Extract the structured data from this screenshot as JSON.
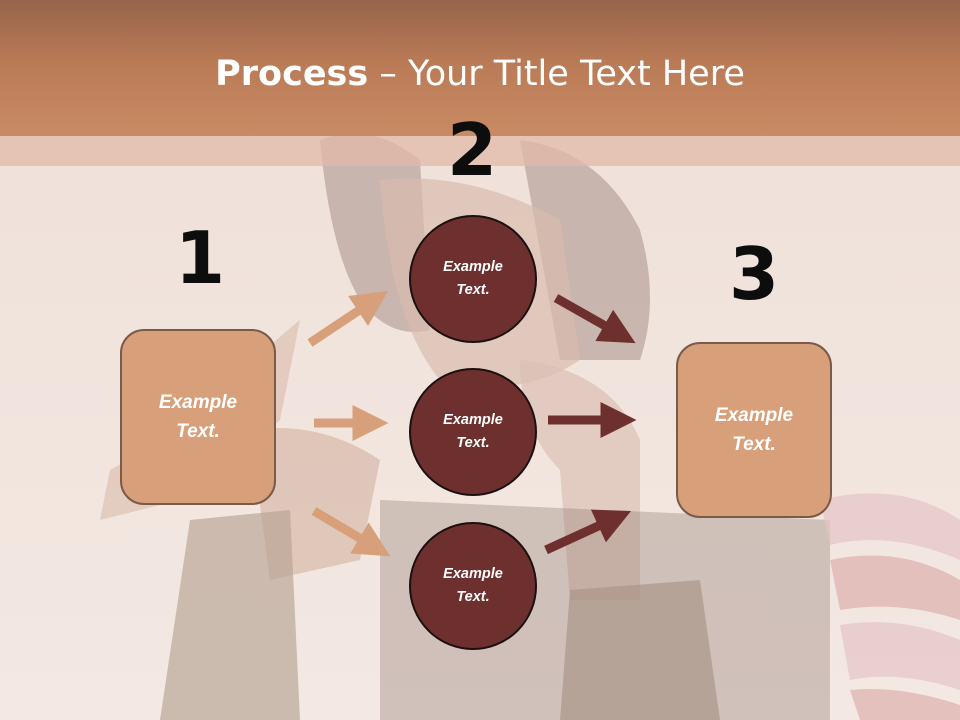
{
  "title": {
    "bold": "Process",
    "rest": " – Your Title Text Here"
  },
  "steps": {
    "one": "1",
    "two": "2",
    "three": "3"
  },
  "left_box": {
    "line1": "Example",
    "line2": "Text."
  },
  "right_box": {
    "line1": "Example",
    "line2": "Text."
  },
  "circles": [
    {
      "line1": "Example",
      "line2": "Text."
    },
    {
      "line1": "Example",
      "line2": "Text."
    },
    {
      "line1": "Example",
      "line2": "Text."
    }
  ],
  "colors": {
    "header": "#c98b64",
    "box_fill": "#d7a07a",
    "circle_fill": "#6e2f2f",
    "arrow_light": "#d7a07a",
    "arrow_dark": "#6e2f2f"
  }
}
